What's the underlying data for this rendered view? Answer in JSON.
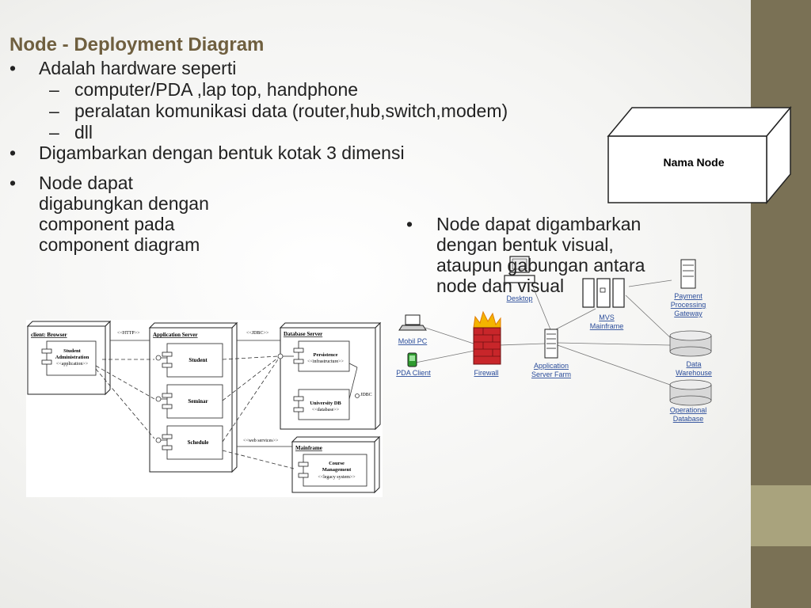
{
  "title": "Node - Deployment Diagram",
  "bullets": {
    "b1": "Adalah hardware seperti",
    "sub1": "computer/PDA ,lap top, handphone",
    "sub2": "peralatan komunikasi data (router,hub,switch,modem)",
    "sub3": "dll",
    "b2": "Digambarkan dengan bentuk kotak 3 dimensi",
    "b3_lines": [
      "Node dapat",
      "digabungkan dengan",
      "component pada",
      "component diagram"
    ],
    "b4_lines": [
      "Node dapat digambarkan",
      "dengan bentuk visual,",
      "ataupun gabungan antara",
      "node dan visual"
    ],
    "bullet_char": "•",
    "dash_char": "–"
  },
  "node_box": {
    "label": "Nama Node"
  },
  "uml": {
    "client_node": "client: Browser",
    "client_comp": [
      "Student",
      "Administration",
      "<<application>>"
    ],
    "app_node": "Application Server",
    "app_comps": [
      "Student",
      "Seminar",
      "Schedule"
    ],
    "db_node": "Database Server",
    "persistence": [
      "Persistence",
      "<<infrastructure>>"
    ],
    "univdb": [
      "University DB",
      "<<database>>"
    ],
    "mainframe_node": "Mainframe",
    "course": [
      "Course",
      "Management",
      "<<legacy system>>"
    ],
    "http": "<<HTTP>>",
    "jdbc_top": "<<JDBC>>",
    "jdbc_side": "JDBC",
    "webservices": "<<web services>>"
  },
  "network": {
    "desktop": "Desktop",
    "mobil_pc": "Mobil PC",
    "pda_client": "PDA Client",
    "firewall": "Firewall",
    "app_server": [
      "Application",
      "Server Farm"
    ],
    "mvs": [
      "MVS",
      "Mainframe"
    ],
    "payment": [
      "Payment",
      "Processing",
      "Gateway"
    ],
    "data_warehouse": [
      "Data",
      "Warehouse"
    ],
    "operational_db": [
      "Operational",
      "Database"
    ]
  },
  "colors": {
    "title": "#6f5f3f",
    "sidebar": "#7a7155",
    "sidebar_accent": "#a9a37d",
    "firewall": "#c8262a",
    "link_blue": "#2a4c9a"
  }
}
